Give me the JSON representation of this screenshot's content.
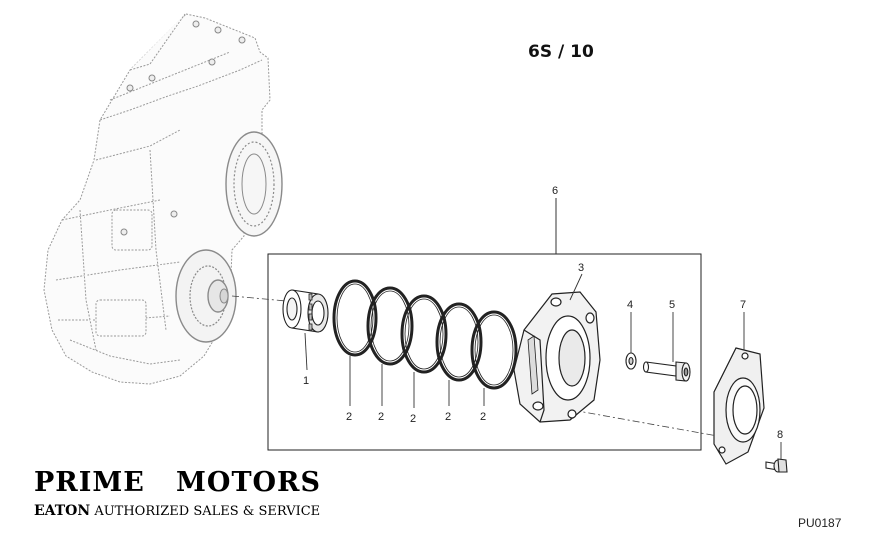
{
  "model_label": "6S / 10",
  "brand": {
    "name": "PRIME   MOTORS",
    "tagline_strong": "EATON",
    "tagline_rest": " AUTHORIZED SALES & SERVICE"
  },
  "drawing_code": "PU0187",
  "callouts": {
    "c1": "1",
    "c2a": "2",
    "c2b": "2",
    "c2c": "2",
    "c2d": "2",
    "c2e": "2",
    "c3": "3",
    "c4": "4",
    "c5": "5",
    "c6": "6",
    "c7": "7",
    "c8": "8"
  }
}
